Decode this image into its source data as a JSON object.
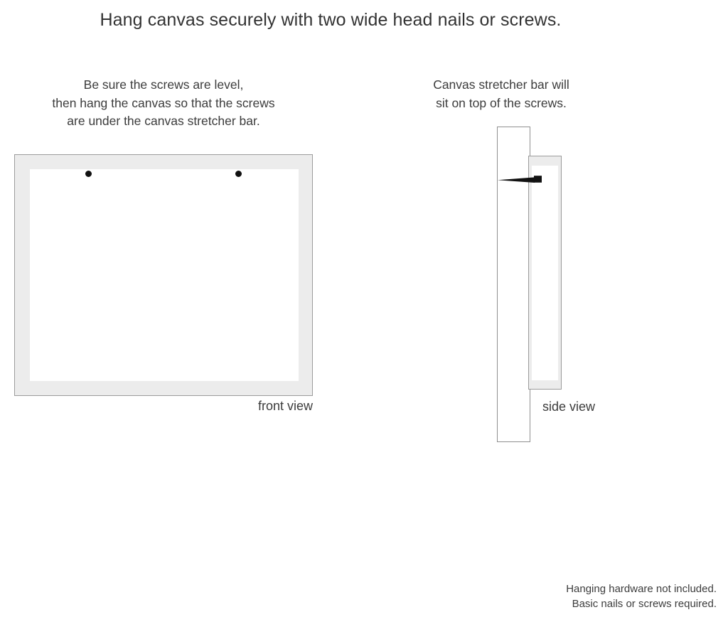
{
  "title": "Hang canvas securely with two wide head nails or screws.",
  "captions": {
    "left": "Be sure the screws are level,\nthen hang the canvas so that the screws\nare under the canvas stretcher bar.",
    "right": "Canvas stretcher bar will\nsit on top of the screws."
  },
  "front_view": {
    "label": "front view",
    "frame_color": "#ececec",
    "frame_border_color": "#9b9b9b",
    "canvas_face_color": "#ffffff",
    "screws": [
      {
        "name": "left-screw",
        "color": "#111111"
      },
      {
        "name": "right-screw",
        "color": "#111111"
      }
    ]
  },
  "side_view": {
    "label": "side view",
    "wall_color": "#ffffff",
    "wall_border_color": "#8f8f8f",
    "panel_color": "#ececec",
    "panel_border_color": "#9b9b9b",
    "canvas_face_color": "#ffffff",
    "screw_color": "#111111"
  },
  "footnote": "Hanging hardware not included.\nBasic nails or screws required."
}
